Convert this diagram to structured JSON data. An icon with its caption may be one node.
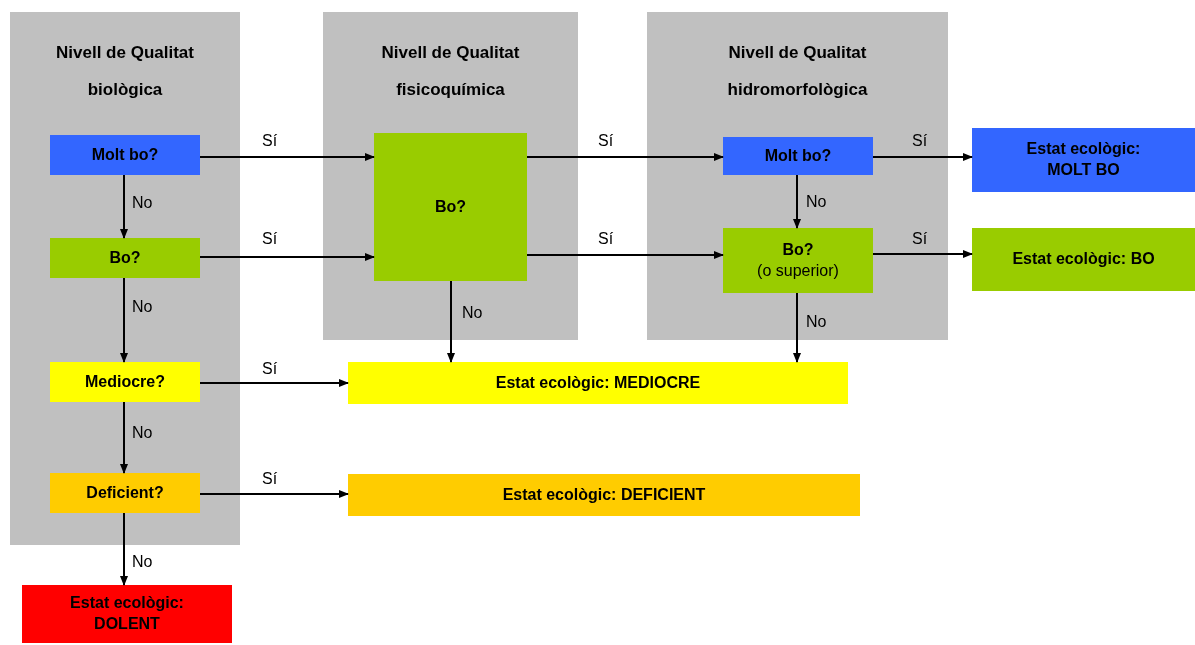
{
  "diagram": {
    "nodes": [
      {
        "text": [
          "Nivell de Qualitat biològica"
        ]
      },
      {
        "text": [
          "Nivell de Qualitat fisicoquímica"
        ]
      },
      {
        "text": [
          "Nivell de Qualitat hidromorfològica"
        ]
      },
      {
        "text": [
          "Molt bo?"
        ],
        "in": 0
      },
      {
        "text": [
          "Bo?"
        ],
        "in": 0
      },
      {
        "text": [
          "Mediocre?"
        ],
        "in": 0
      },
      {
        "text": [
          "Deficient?"
        ],
        "in": 0
      },
      {
        "text": [
          "Bo?"
        ],
        "in": 1
      },
      {
        "text": [
          "Molt bo?"
        ],
        "in": 2
      },
      {
        "text": [
          "Bo?",
          "(o superior)"
        ],
        "in": 2
      },
      {
        "text": [
          "Estat ecològic: MOLT BO"
        ]
      },
      {
        "text": [
          "Estat ecològic: BO"
        ]
      },
      {
        "text": [
          "Estat ecològic: MEDIOCRE"
        ]
      },
      {
        "text": [
          "Estat ecològic: DEFICIENT"
        ]
      },
      {
        "text": [
          "Estat ecològic: DOLENT"
        ]
      }
    ],
    "edges": [
      {
        "from": 3,
        "to": 7,
        "arrow": "to",
        "label": "Sí"
      },
      {
        "from": 3,
        "to": 4,
        "arrow": "to",
        "label": "No"
      },
      {
        "from": 4,
        "to": 7,
        "arrow": "to",
        "label": "Sí"
      },
      {
        "from": 4,
        "to": 5,
        "arrow": "to",
        "label": "No"
      },
      {
        "from": 5,
        "to": 12,
        "arrow": "to",
        "label": "Sí"
      },
      {
        "from": 5,
        "to": 6,
        "arrow": "to",
        "label": "No"
      },
      {
        "from": 6,
        "to": 13,
        "arrow": "to",
        "label": "Sí"
      },
      {
        "from": 6,
        "to": 14,
        "arrow": "to",
        "label": "No"
      },
      {
        "from": 7,
        "to": 8,
        "arrow": "to",
        "label": "Sí"
      },
      {
        "from": 7,
        "to": 9,
        "arrow": "to",
        "label": "Sí"
      },
      {
        "from": 7,
        "to": 12,
        "arrow": "to",
        "label": "No"
      },
      {
        "from": 8,
        "to": 10,
        "arrow": "to",
        "label": "Sí"
      },
      {
        "from": 8,
        "to": 9,
        "arrow": "to",
        "label": "No"
      },
      {
        "from": 9,
        "to": 11,
        "arrow": "to",
        "label": "Sí"
      },
      {
        "from": 9,
        "to": 12,
        "arrow": "to",
        "label": "No"
      }
    ]
  }
}
